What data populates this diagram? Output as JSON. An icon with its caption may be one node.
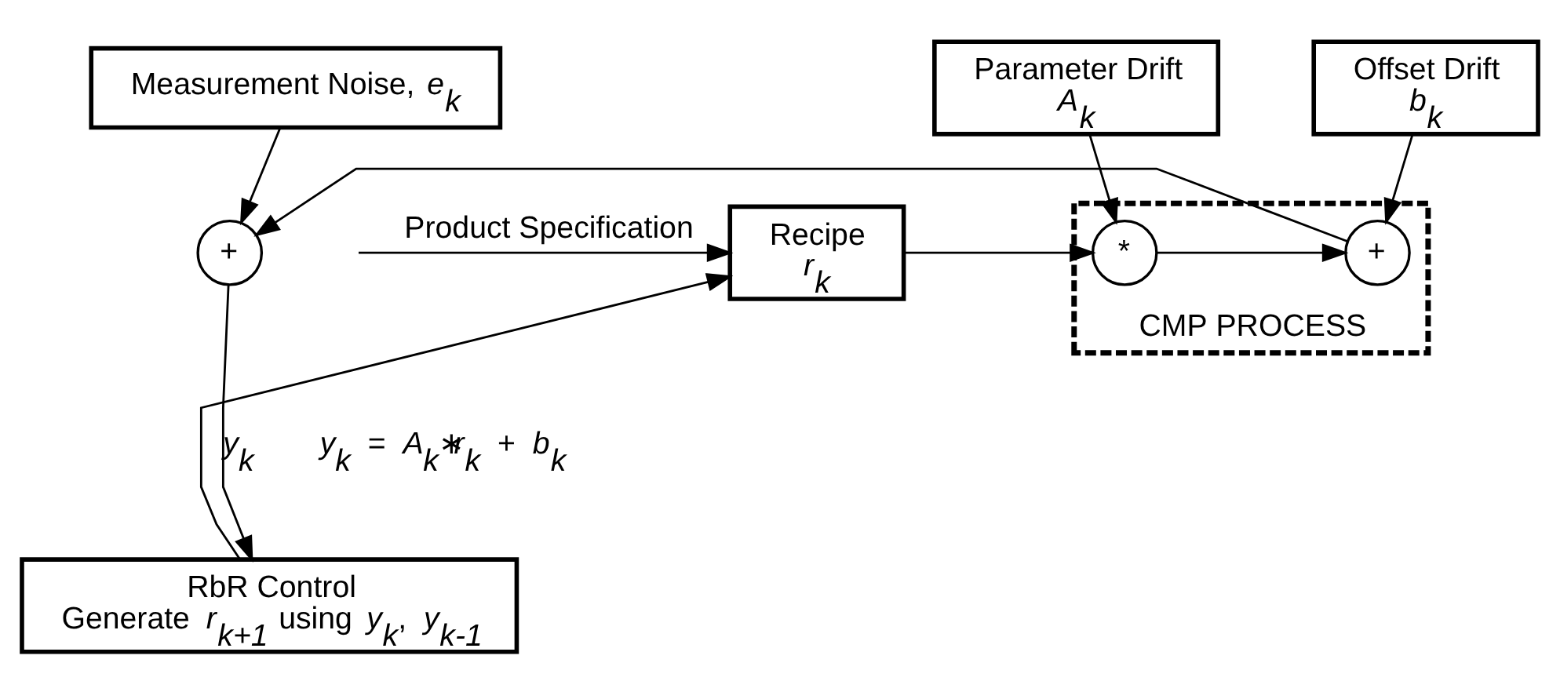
{
  "diagram": {
    "nodes": [
      {
        "text": [
          "Recipe",
          "*r*$_{k}$"
        ]
      },
      {
        "text": [
          "CMP PROCESS"
        ]
      },
      {
        "text": [
          "Parameter Drift",
          "*A*$_{k}$"
        ]
      },
      {
        "text": [
          "Offset Drift",
          "*b*$_{k}$"
        ]
      },
      {
        "text": [
          "Measurement Noise, *e*$_{k}$"
        ]
      },
      {
        "text": [
          "*"
        ],
        "in": 1
      },
      {
        "text": [
          "+"
        ],
        "in": 1
      },
      {
        "text": [
          "+"
        ]
      },
      {
        "text": [
          "RbR Control",
          "Generate *r*$_{k+1}$ using *y*$_{k}$, *y*$_{k-1}$"
        ]
      }
    ],
    "edges": [
      {
        "from": null,
        "to": 0,
        "arrow": "to",
        "label": "Product Specification"
      },
      {
        "from": 0,
        "to": 5,
        "arrow": "to"
      },
      {
        "from": 2,
        "to": 5,
        "arrow": "to"
      },
      {
        "from": 5,
        "to": 6,
        "arrow": "to"
      },
      {
        "from": 3,
        "to": 6,
        "arrow": "to"
      },
      {
        "from": 6,
        "to": 7,
        "arrow": "to"
      },
      {
        "from": 4,
        "to": 7,
        "arrow": "to"
      },
      {
        "from": 7,
        "to": 8,
        "arrow": "to",
        "label": "*y*$_{k}$"
      },
      {
        "from": 8,
        "to": 0,
        "arrow": "to"
      }
    ],
    "labels": [
      "*y*$_{k}$ = *A*$_{k}$∗*r*$_{k}$ + *b*$_{k}$"
    ]
  }
}
